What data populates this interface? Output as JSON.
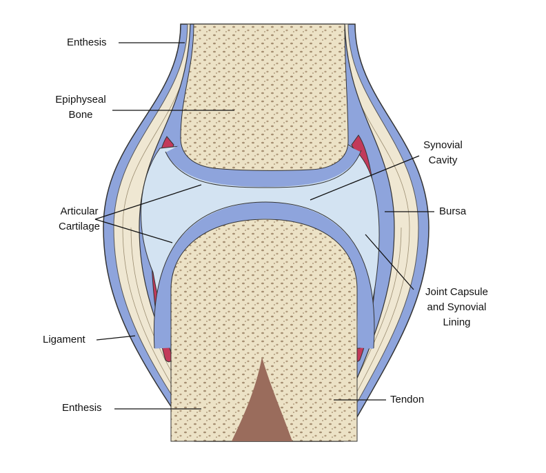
{
  "diagram": {
    "labels": {
      "enthesis_top": "Enthesis",
      "epiphyseal_bone": [
        "Epiphyseal",
        "Bone"
      ],
      "synovial_cavity": [
        "Synovial",
        "Cavity"
      ],
      "articular_cartilage": [
        "Articular",
        "Cartilage"
      ],
      "bursa": "Bursa",
      "joint_capsule": [
        "Joint Capsule",
        "and Synovial",
        "Lining"
      ],
      "ligament": "Ligament",
      "enthesis_bottom": "Enthesis",
      "tendon": "Tendon"
    },
    "colors": {
      "tissue_blue": "#8ea4dc",
      "cavity_blue": "#d3e3f2",
      "bone": "#ece2c6",
      "bone_spots": "#a48d70",
      "bursa_red": "#c23a5a",
      "ligament": "#efe7d2",
      "marrow": "#9a6c5c"
    }
  }
}
